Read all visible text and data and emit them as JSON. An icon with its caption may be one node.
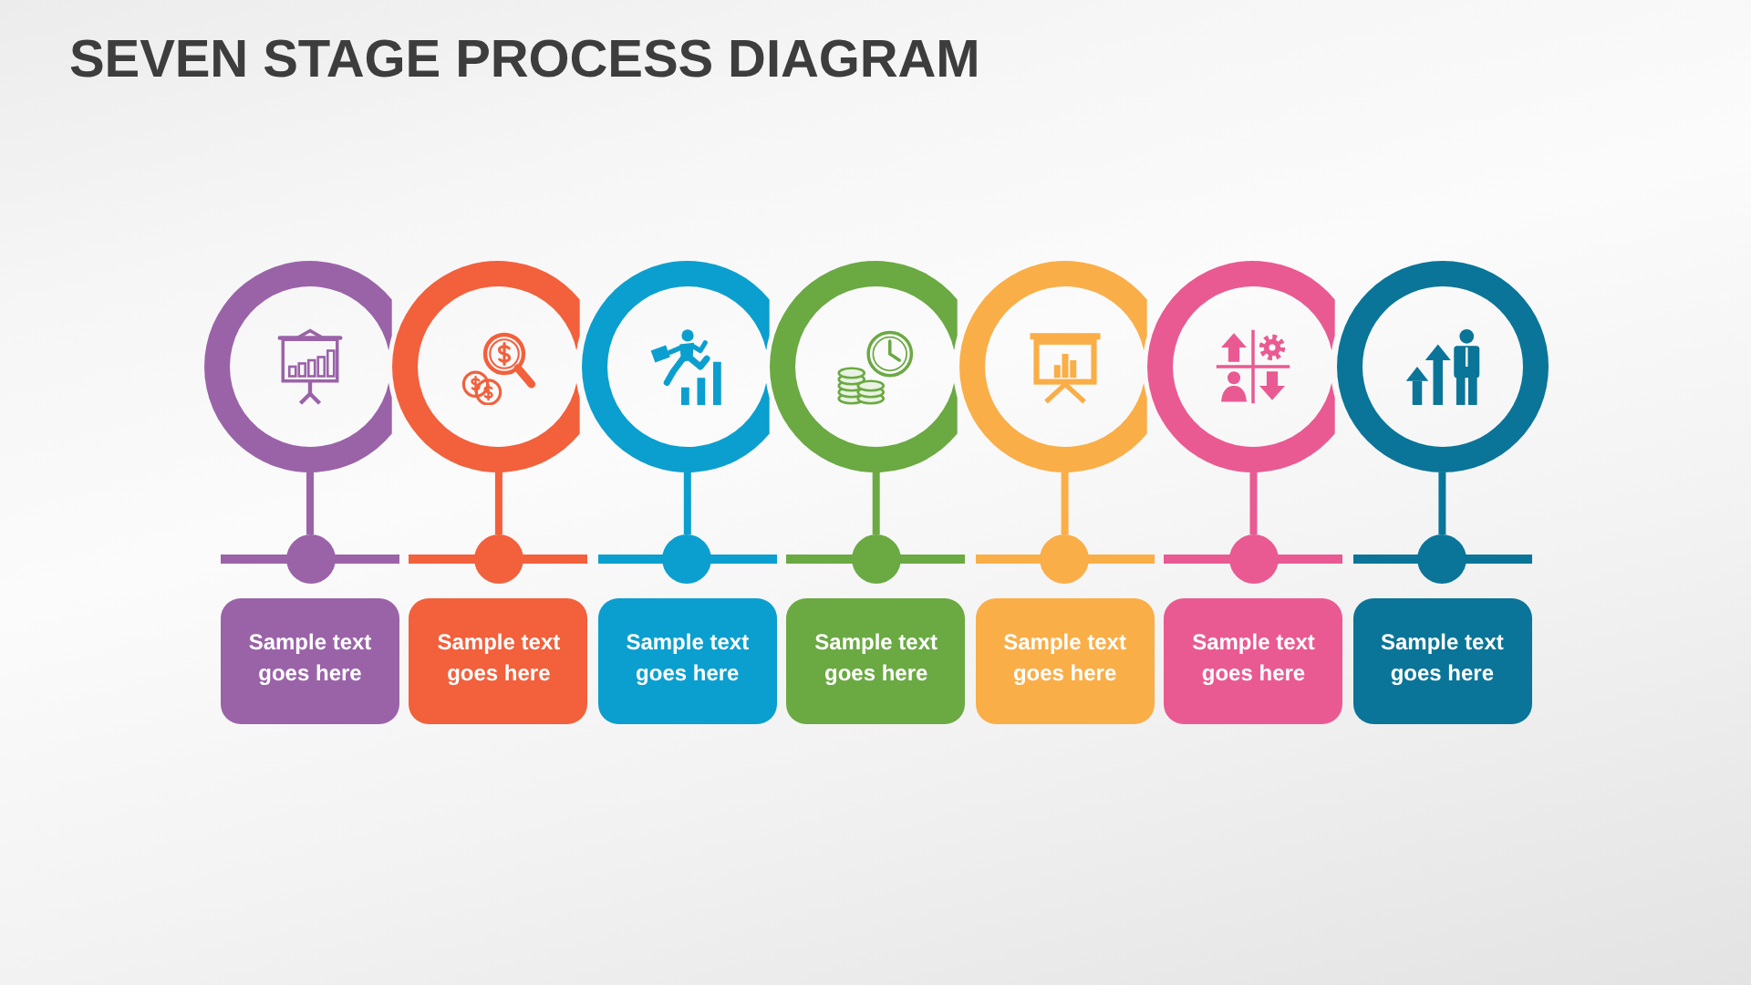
{
  "diagram": {
    "title": "SEVEN STAGE PROCESS DIAGRAM",
    "nodes": [
      {
        "text": [],
        "shape": "circle"
      },
      {
        "text": [],
        "shape": "circle"
      },
      {
        "text": [],
        "shape": "circle"
      },
      {
        "text": [],
        "shape": "circle"
      },
      {
        "text": [],
        "shape": "circle"
      },
      {
        "text": [],
        "shape": "circle"
      },
      {
        "text": [],
        "shape": "circle"
      },
      {
        "text": [],
        "shape": "circle"
      },
      {
        "text": [],
        "shape": "circle"
      },
      {
        "text": [],
        "shape": "circle"
      },
      {
        "text": [],
        "shape": "circle"
      },
      {
        "text": [],
        "shape": "circle"
      },
      {
        "text": [],
        "shape": "circle"
      },
      {
        "text": [],
        "shape": "circle"
      },
      {
        "text": [
          "Sample text goes here"
        ]
      },
      {
        "text": [
          "Sample text goes here"
        ]
      },
      {
        "text": [
          "Sample text goes here"
        ]
      },
      {
        "text": [
          "Sample text goes here"
        ]
      },
      {
        "text": [
          "Sample text goes here"
        ]
      },
      {
        "text": [
          "Sample text goes here"
        ]
      },
      {
        "text": [
          "Sample text goes here"
        ]
      }
    ],
    "edges": [
      {
        "from": 0,
        "to": 7,
        "arrow": "none",
        "color": "#9a63a8"
      },
      {
        "from": 1,
        "to": 8,
        "arrow": "none",
        "color": "#f2603c"
      },
      {
        "from": 2,
        "to": 9,
        "arrow": "none",
        "color": "#0b9fcf"
      },
      {
        "from": 3,
        "to": 10,
        "arrow": "none",
        "color": "#6ba943"
      },
      {
        "from": 4,
        "to": 11,
        "arrow": "none",
        "color": "#faae48"
      },
      {
        "from": 5,
        "to": 12,
        "arrow": "none",
        "color": "#e95a92"
      },
      {
        "from": 6,
        "to": 13,
        "arrow": "none",
        "color": "#0a7598"
      }
    ]
  }
}
